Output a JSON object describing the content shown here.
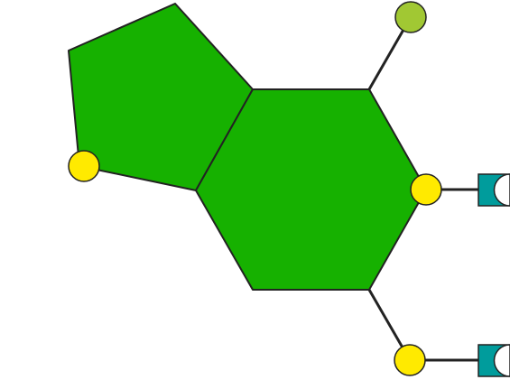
{
  "diagram": {
    "type": "glycan-symbol-structure",
    "background_color": "#ffffff",
    "outline_color": "#222222",
    "shapes": [
      {
        "name": "pentagon-ring",
        "shape": "pentagon",
        "fill": "#16b100"
      },
      {
        "name": "hexagon-ring",
        "shape": "hexagon",
        "fill": "#16b100"
      }
    ],
    "circle_nodes": [
      {
        "name": "top-right-node",
        "fill": "#a1c833"
      },
      {
        "name": "left-node",
        "fill": "#ffea00"
      },
      {
        "name": "right-node",
        "fill": "#ffea00"
      },
      {
        "name": "bottom-right-node",
        "fill": "#ffea00"
      }
    ],
    "terminal_markers": [
      {
        "name": "right-terminal-marker",
        "shape": "square-with-crescent",
        "fill": "#009c9c"
      },
      {
        "name": "bottom-terminal-marker",
        "shape": "square-with-crescent",
        "fill": "#009c9c"
      }
    ]
  }
}
